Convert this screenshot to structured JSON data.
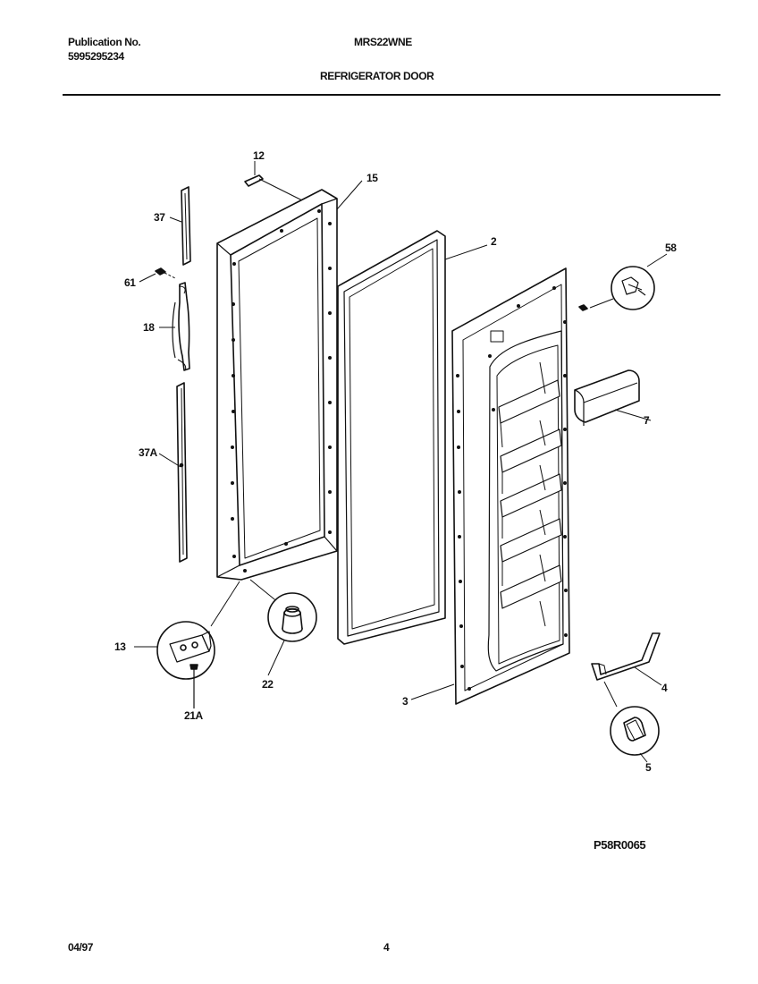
{
  "header": {
    "publication_label": "Publication No.",
    "publication_number": "5995295234",
    "model": "MRS22WNE",
    "section_title": "REFRIGERATOR DOOR"
  },
  "callouts": {
    "p12": "12",
    "p15": "15",
    "p37": "37",
    "p61": "61",
    "p18": "18",
    "p37a": "37A",
    "p2": "2",
    "p58": "58",
    "p7": "7",
    "p13": "13",
    "p22": "22",
    "p21a": "21A",
    "p3": "3",
    "p4": "4",
    "p5": "5"
  },
  "diagram_code": "P58R0065",
  "footer": {
    "date": "04/97",
    "page": "4"
  }
}
